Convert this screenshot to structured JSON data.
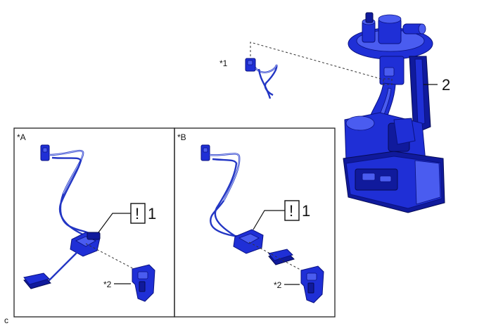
{
  "figure_code": "c",
  "callouts": {
    "ref_1": "*1",
    "ref_2_a": "*2",
    "ref_2_b": "*2",
    "panel_a": "*A",
    "panel_b": "*B",
    "part_2": "2",
    "part_1_a": "1",
    "part_1_b": "1",
    "notice_a": "!",
    "notice_b": "!"
  },
  "colors": {
    "part": "#1f2fd6",
    "line": "#111111",
    "background": "#ffffff"
  }
}
